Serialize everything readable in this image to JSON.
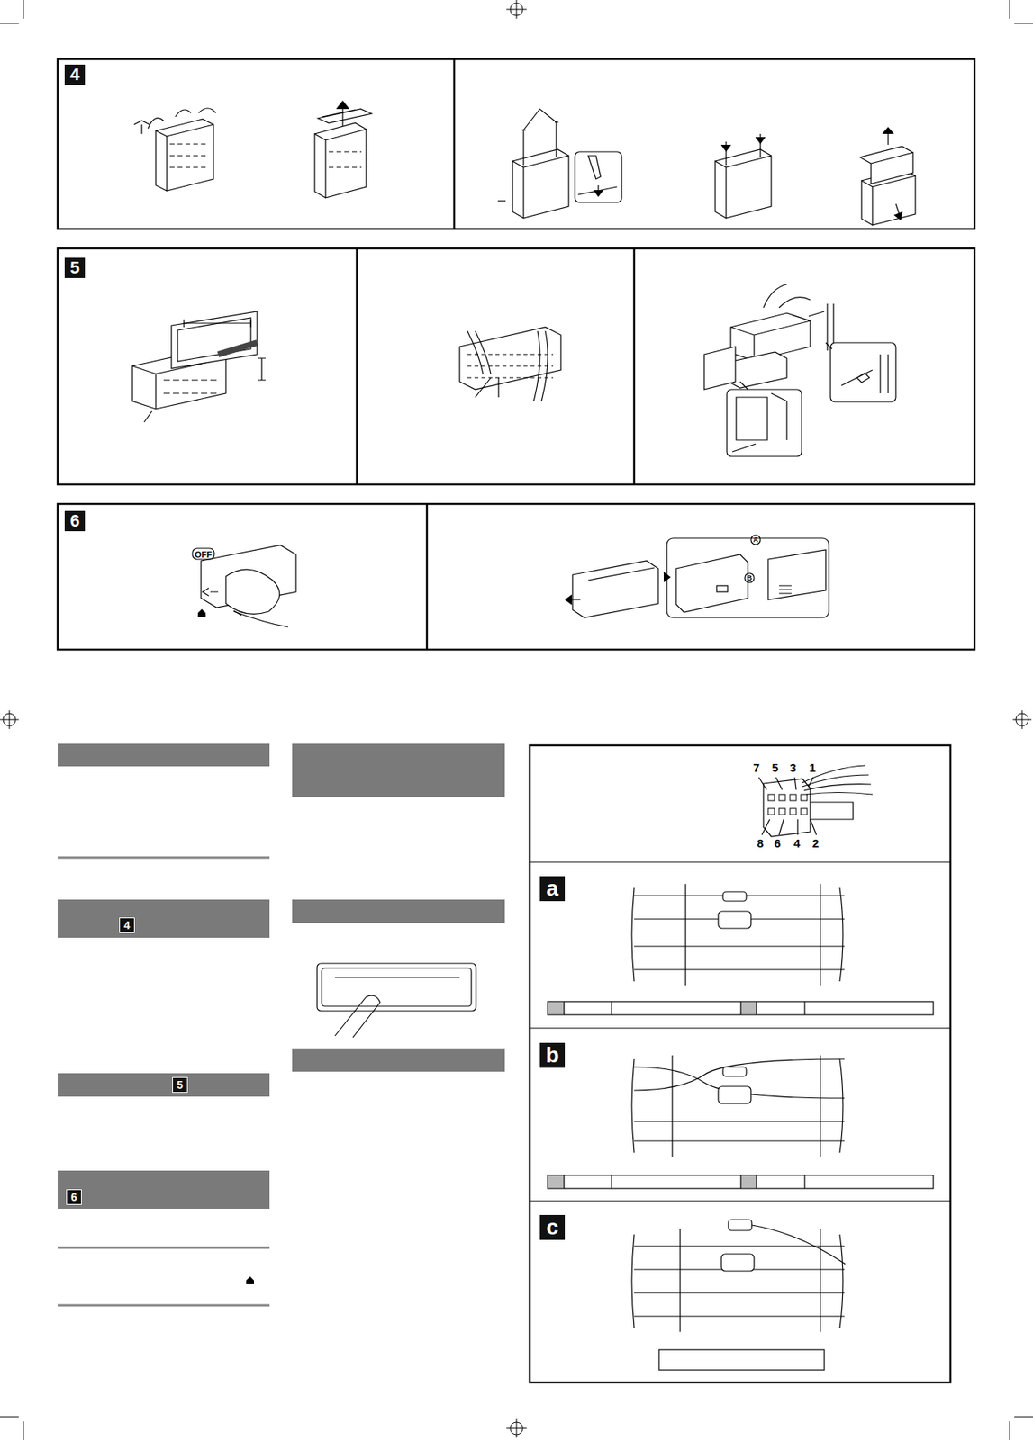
{
  "diagram": {
    "nodes": [
      {
        "text": [
          "4"
        ]
      },
      {
        "text": [
          "5"
        ]
      },
      {
        "text": [
          "6"
        ]
      },
      {
        "text": [
          "4"
        ]
      },
      {
        "text": [
          "5"
        ]
      },
      {
        "text": [
          "6"
        ]
      },
      {
        "text": [
          "a"
        ]
      },
      {
        "text": [
          "b"
        ]
      },
      {
        "text": [
          "c"
        ]
      }
    ],
    "labels": [
      "OFF",
      "A",
      "B",
      "7",
      "5",
      "3",
      "1",
      "8",
      "6",
      "4",
      "2"
    ]
  }
}
